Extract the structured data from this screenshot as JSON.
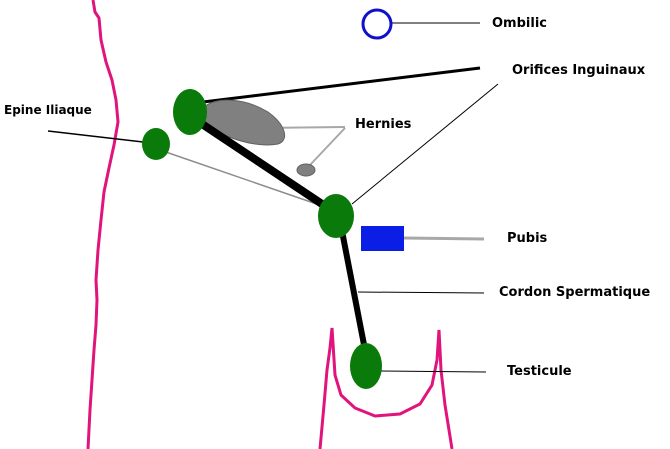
{
  "labels": {
    "ombilic": "Ombilic",
    "orifices": "Orifices Inguinaux",
    "epine": "Epine Iliaque",
    "hernies": "Hernies",
    "pubis": "Pubis",
    "cordon": "Cordon Spermatique",
    "testicule": "Testicule"
  },
  "colors": {
    "body_outline": "#e0147c",
    "landmark_green": "#0a7a0a",
    "ombilic_ring": "#1010cc",
    "pubis_block": "#0a1ee6",
    "hernia_gray": "#808080",
    "cord_black": "#000000",
    "leader_gray": "#a8a8a8"
  }
}
